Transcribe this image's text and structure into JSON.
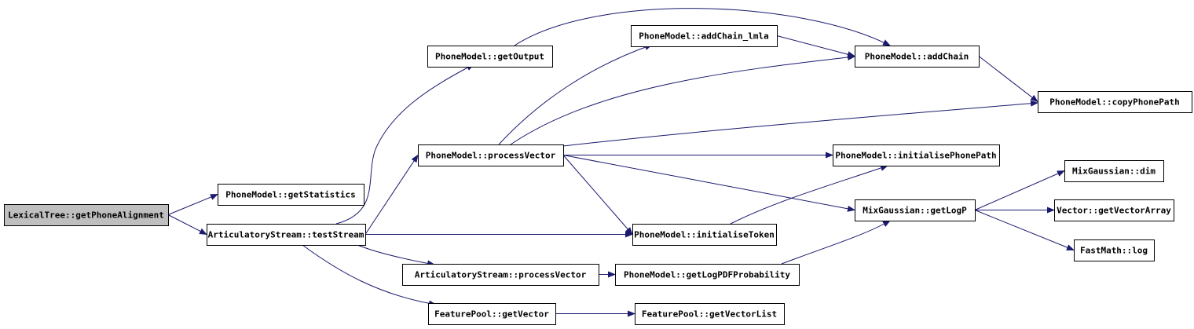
{
  "graph": {
    "root": "lexicaltree-getphonealignment",
    "colors": {
      "node_fill": "#ffffff",
      "root_fill": "#bfbfbf",
      "edge": "#1a1a6e",
      "border": "#000000"
    },
    "nodes": [
      {
        "id": "lexicaltree-getphonealignment",
        "label": "LexicalTree::getPhoneAlignment"
      },
      {
        "id": "phonemodel-getstatistics",
        "label": "PhoneModel::getStatistics"
      },
      {
        "id": "articulatorystream-teststream",
        "label": "ArticulatoryStream::testStream"
      },
      {
        "id": "phonemodel-getoutput",
        "label": "PhoneModel::getOutput"
      },
      {
        "id": "phonemodel-processvector",
        "label": "PhoneModel::processVector"
      },
      {
        "id": "articulatorystream-processvector",
        "label": "ArticulatoryStream::processVector"
      },
      {
        "id": "featurepool-getvector",
        "label": "FeaturePool::getVector"
      },
      {
        "id": "phonemodel-addchain-lmla",
        "label": "PhoneModel::addChain_lmla"
      },
      {
        "id": "phonemodel-initialisetoken",
        "label": "PhoneModel::initialiseToken"
      },
      {
        "id": "phonemodel-getlogpdfprobability",
        "label": "PhoneModel::getLogPDFProbability"
      },
      {
        "id": "featurepool-getvectorlist",
        "label": "FeaturePool::getVectorList"
      },
      {
        "id": "phonemodel-addchain",
        "label": "PhoneModel::addChain"
      },
      {
        "id": "phonemodel-initialisephonepath",
        "label": "PhoneModel::initialisePhonePath"
      },
      {
        "id": "mixgaussian-getlogp",
        "label": "MixGaussian::getLogP"
      },
      {
        "id": "phonemodel-copyphonepath",
        "label": "PhoneModel::copyPhonePath"
      },
      {
        "id": "mixgaussian-dim",
        "label": "MixGaussian::dim"
      },
      {
        "id": "vector-getvectorarray",
        "label": "Vector::getVectorArray"
      },
      {
        "id": "fastmath-log",
        "label": "FastMath::log"
      }
    ],
    "edges": [
      {
        "from": "lexicaltree-getphonealignment",
        "to": "phonemodel-getstatistics"
      },
      {
        "from": "lexicaltree-getphonealignment",
        "to": "articulatorystream-teststream"
      },
      {
        "from": "articulatorystream-teststream",
        "to": "phonemodel-getoutput"
      },
      {
        "from": "articulatorystream-teststream",
        "to": "phonemodel-processvector"
      },
      {
        "from": "articulatorystream-teststream",
        "to": "phonemodel-initialisetoken"
      },
      {
        "from": "articulatorystream-teststream",
        "to": "articulatorystream-processvector"
      },
      {
        "from": "articulatorystream-teststream",
        "to": "featurepool-getvector"
      },
      {
        "from": "phonemodel-getoutput",
        "to": "phonemodel-addchain"
      },
      {
        "from": "phonemodel-processvector",
        "to": "phonemodel-addchain-lmla"
      },
      {
        "from": "phonemodel-processvector",
        "to": "phonemodel-addchain"
      },
      {
        "from": "phonemodel-processvector",
        "to": "phonemodel-copyphonepath"
      },
      {
        "from": "phonemodel-processvector",
        "to": "phonemodel-initialisephonepath"
      },
      {
        "from": "phonemodel-processvector",
        "to": "phonemodel-initialisetoken"
      },
      {
        "from": "phonemodel-processvector",
        "to": "mixgaussian-getlogp"
      },
      {
        "from": "phonemodel-addchain-lmla",
        "to": "phonemodel-addchain"
      },
      {
        "from": "phonemodel-addchain",
        "to": "phonemodel-copyphonepath"
      },
      {
        "from": "phonemodel-initialisetoken",
        "to": "phonemodel-initialisephonepath"
      },
      {
        "from": "articulatorystream-processvector",
        "to": "phonemodel-getlogpdfprobability"
      },
      {
        "from": "phonemodel-getlogpdfprobability",
        "to": "mixgaussian-getlogp"
      },
      {
        "from": "featurepool-getvector",
        "to": "featurepool-getvectorlist"
      },
      {
        "from": "mixgaussian-getlogp",
        "to": "mixgaussian-dim"
      },
      {
        "from": "mixgaussian-getlogp",
        "to": "vector-getvectorarray"
      },
      {
        "from": "mixgaussian-getlogp",
        "to": "fastmath-log"
      }
    ]
  }
}
